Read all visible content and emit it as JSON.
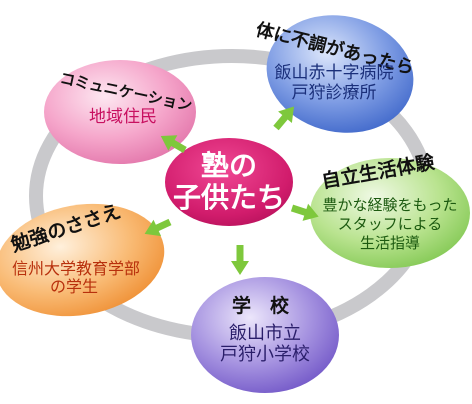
{
  "center": {
    "line1": "塾の",
    "line2": "子供たち"
  },
  "nodes": {
    "health": {
      "title": "体に不調があったら",
      "lines": [
        "飯山赤十字病院",
        "戸狩診療所"
      ],
      "colors": [
        "#5a7fd6",
        "#2f5fc4",
        "#9fb8ee"
      ],
      "text_color": "#1a2f7a"
    },
    "community": {
      "title": "コミュニケーション",
      "lines": [
        "地域住民"
      ],
      "colors": [
        "#f59ac4",
        "#f7c3da",
        "#e06fa6"
      ],
      "text_color": "#c81060"
    },
    "life": {
      "title": "自立生活体験",
      "lines": [
        "豊かな経験をもった",
        "スタッフによる",
        "生活指導"
      ],
      "colors": [
        "#a7d97a",
        "#d8f0c0",
        "#7cc54c"
      ],
      "text_color": "#1c5a10"
    },
    "study": {
      "title": "勉強のささえ",
      "lines": [
        "信州大学教育学部",
        "の学生"
      ],
      "colors": [
        "#f6a24a",
        "#fbd0a0",
        "#ee8a2c"
      ],
      "text_color": "#b8300c"
    },
    "school": {
      "title": "学　校",
      "lines": [
        "飯山市立",
        "戸狩小学校"
      ],
      "colors": [
        "#8a6fd0",
        "#c1b4ec",
        "#6b4fc4"
      ],
      "text_color": "#2a1e6a"
    }
  },
  "colors": {
    "center": "#d11c6c",
    "center_light": "#f04894",
    "arrow": "#7ec83c",
    "ring": "#c9c9cc"
  }
}
